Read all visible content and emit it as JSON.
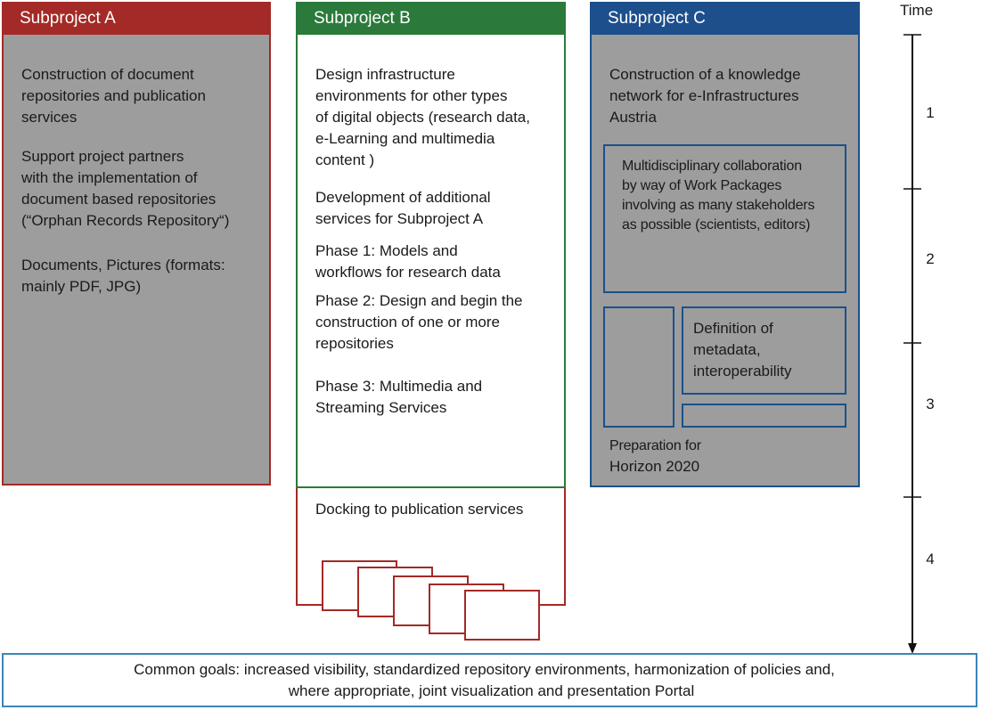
{
  "subproject_a": {
    "title": "Subproject A",
    "p1": [
      "Construction of document",
      "repositories and publication",
      "services"
    ],
    "p2": [
      "Support project partners",
      "with the implementation of",
      "document based repositories",
      "(“Orphan Records Repository“)"
    ],
    "p3": [
      "Documents, Pictures (formats:",
      "mainly PDF, JPG)"
    ],
    "color": "#a32a26"
  },
  "subproject_b": {
    "title": "Subproject B",
    "p1": [
      "Design infrastructure",
      "environments for other types",
      "of digital objects (research data,",
      "e-Learning and multimedia",
      "content )"
    ],
    "p2": [
      "Development of additional",
      "services for Subproject A"
    ],
    "p3": [
      "Phase 1: Models and",
      "workflows for research data"
    ],
    "p4": [
      "Phase 2: Design and begin the",
      "construction of one or more",
      "repositories"
    ],
    "p5": [
      "Phase 3: Multimedia and",
      "Streaming Services"
    ],
    "docking": "Docking to  publication services",
    "color": "#2b7a3b"
  },
  "subproject_c": {
    "title": "Subproject C",
    "p1": [
      "Construction of a knowledge",
      "network for e-Infrastructures",
      "Austria"
    ],
    "collab": [
      "Multidisciplinary collaboration",
      "by way of Work Packages",
      "involving as many stakeholders",
      "as possible (scientists, editors)"
    ],
    "metadata": [
      "Definition of",
      "metadata,",
      "interoperability"
    ],
    "horizon": [
      "Preparation for",
      "Horizon 2020"
    ],
    "color": "#1c4f8c"
  },
  "timeline": {
    "label": "Time",
    "phases": [
      "1",
      "2",
      "3",
      "4"
    ]
  },
  "goals": {
    "line1": "Common goals: increased visibility, standardized repository environments, harmonization of policies and,",
    "line2": "where appropriate, joint visualization and presentation Portal"
  }
}
